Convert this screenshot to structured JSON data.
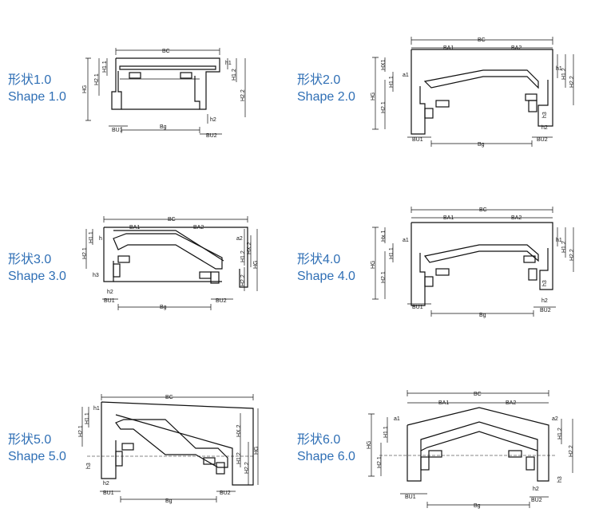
{
  "shapes": [
    {
      "cn": "形状1.0",
      "en": "Shape 1.0"
    },
    {
      "cn": "形状2.0",
      "en": "Shape 2.0"
    },
    {
      "cn": "形状3.0",
      "en": "Shape 3.0"
    },
    {
      "cn": "形状4.0",
      "en": "Shape 4.0"
    },
    {
      "cn": "形状5.0",
      "en": "Shape 5.0"
    },
    {
      "cn": "形状6.0",
      "en": "Shape 6.0"
    }
  ],
  "dims": {
    "bc": "BC",
    "ba1": "BA1",
    "ba2": "BA2",
    "bg": "Bg",
    "bu1": "BU1",
    "bu2": "BU2",
    "hg": "HG",
    "h1": "h1",
    "h2": "h2",
    "h3": "h3",
    "h": "h",
    "h11": "H1.1",
    "h12": "H1.2",
    "h21": "H2.1",
    "h22": "H2.2",
    "hx1": "HX1",
    "hx11": "Hx.1",
    "hx2": "HX.2",
    "a1": "a1",
    "a2": "a2"
  },
  "colors": {
    "label": "#2f6fb5",
    "line": "#111111"
  }
}
